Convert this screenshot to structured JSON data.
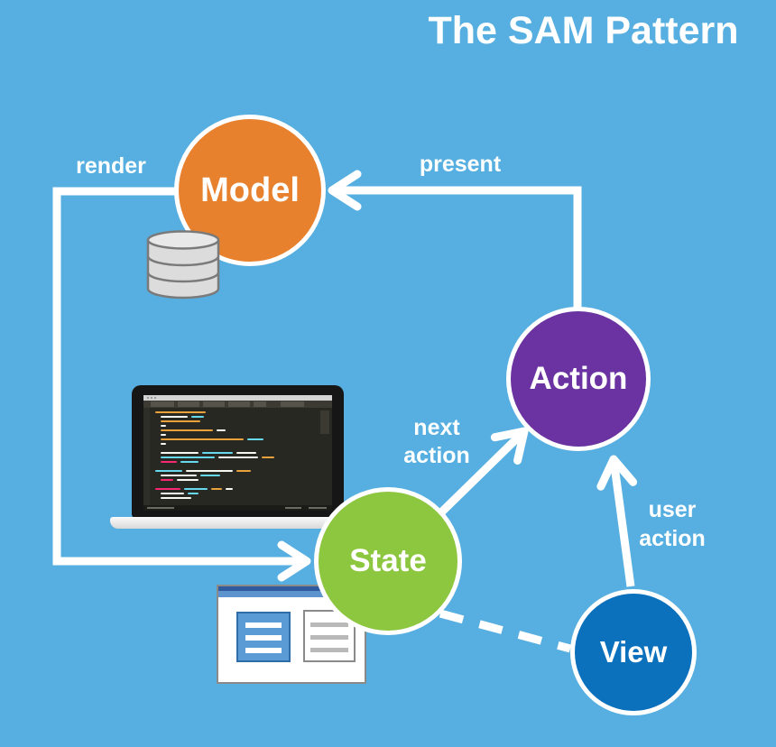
{
  "title": "The SAM Pattern",
  "colors": {
    "background": "#56AFE0",
    "model": "#E8812D",
    "action": "#6A33A1",
    "state": "#8DC63F",
    "view": "#0C71BD",
    "connector": "#FFFFFF"
  },
  "nodes": {
    "model": {
      "label": "Model"
    },
    "action": {
      "label": "Action"
    },
    "state": {
      "label": "State"
    },
    "view": {
      "label": "View"
    }
  },
  "edges": {
    "present": {
      "label": "present",
      "from": "Action",
      "to": "Model",
      "style": "solid-arrow"
    },
    "render": {
      "label": "render",
      "from": "Model",
      "to": "State",
      "style": "solid-arrow"
    },
    "next_action": {
      "label": "next\naction",
      "from": "State",
      "to": "Action",
      "style": "solid-arrow"
    },
    "user_action": {
      "label": "user\naction",
      "from": "View",
      "to": "Action",
      "style": "solid-arrow"
    },
    "state_view": {
      "label": "",
      "from": "State",
      "to": "View",
      "style": "dashed"
    }
  },
  "icons": {
    "database": "database-icon",
    "laptop": "laptop-code-icon",
    "window": "app-window-icon"
  }
}
